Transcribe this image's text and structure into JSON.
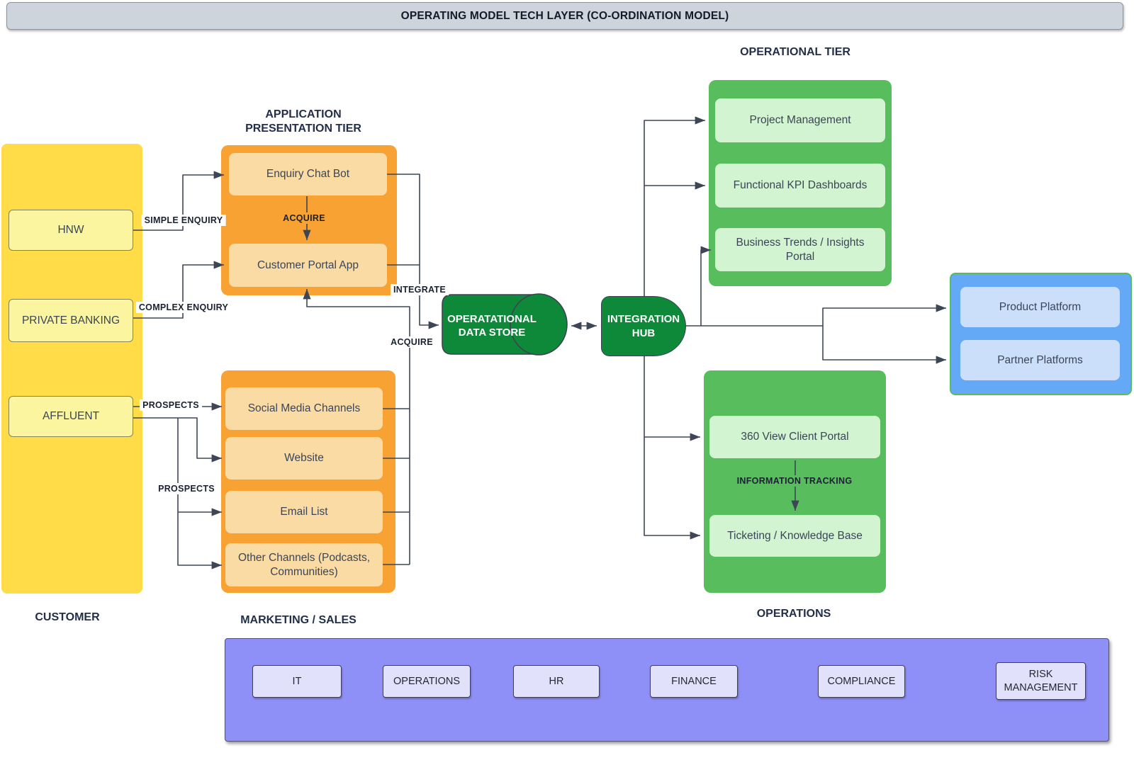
{
  "title": "OPERATING MODEL TECH LAYER (CO-ORDINATION MODEL)",
  "colors": {
    "titlebar_bg": "#CDD4DB",
    "customer_yellow": "#FFDC48",
    "customer_box": "#FBF5A0",
    "tier_orange": "#F7A233",
    "tier_orange_box": "#FBDBA4",
    "dark_green": "#0E8939",
    "tier_green": "#57BD5D",
    "tier_green_box": "#D3F4D0",
    "platform_blue": "#63A9F6",
    "platform_box": "#CBDFFB",
    "department_purple": "#8F8FF8",
    "department_box": "#E1E1FB",
    "connector": "#3E4656"
  },
  "customer": {
    "label": "CUSTOMER",
    "items": [
      "HNW",
      "PRIVATE BANKING",
      "AFFLUENT"
    ]
  },
  "app_tier": {
    "title1": "APPLICATION",
    "title2": "PRESENTATION TIER",
    "items": [
      "Enquiry Chat Bot",
      "Customer Portal App"
    ]
  },
  "marketing": {
    "label": "MARKETING / SALES",
    "items": [
      "Social Media Channels",
      "Website",
      "Email List",
      "Other Channels (Podcasts, Communities)"
    ]
  },
  "data_store": {
    "line1": "OPERATATIONAL",
    "line2": "DATA STORE"
  },
  "integration_hub": {
    "line1": "INTEGRATION",
    "line2": "HUB"
  },
  "operational_tier": {
    "title": "OPERATIONAL TIER",
    "items": [
      "Project Management",
      "Functional KPI Dashboards",
      "Business Trends / Insights Portal"
    ]
  },
  "operations": {
    "label": "OPERATIONS",
    "items": [
      "360 View Client Portal",
      "Ticketing / Knowledge Base"
    ]
  },
  "platforms": {
    "items": [
      "Product Platform",
      "Partner Platforms"
    ]
  },
  "departments": {
    "items": [
      "IT",
      "OPERATIONS",
      "HR",
      "FINANCE",
      "COMPLIANCE",
      "RISK MANAGEMENT"
    ]
  },
  "edge_labels": {
    "simple_enquiry": "SIMPLE ENQUIRY",
    "complex_enquiry": "COMPLEX ENQUIRY",
    "acquire_app": "ACQUIRE",
    "prospects_direct": "PROSPECTS",
    "prospects_branch": "PROSPECTS",
    "integrate": "INTEGRATE",
    "acquire_data": "ACQUIRE",
    "information_tracking": "INFORMATION TRACKING"
  }
}
